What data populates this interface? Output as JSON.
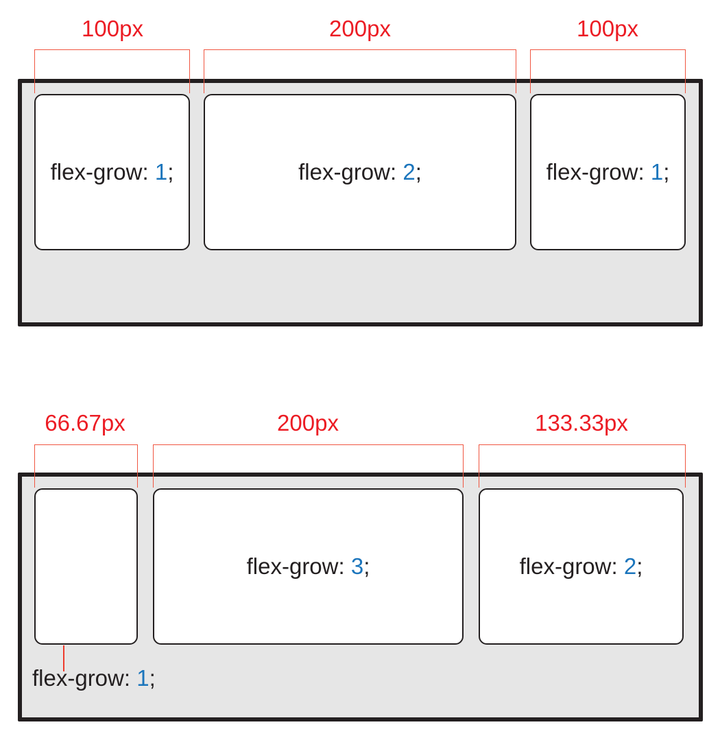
{
  "palette": {
    "measurement_red": "#ec1c24",
    "bracket_red": "#f05540",
    "value_blue": "#1b75bc",
    "ink_black": "#231f20",
    "container_grey": "#e6e6e6",
    "box_white": "#ffffff"
  },
  "diagram1": {
    "measurements": [
      "100px",
      "200px",
      "100px"
    ],
    "boxes": [
      {
        "prefix": "flex-grow: ",
        "value": "1",
        "suffix": ";"
      },
      {
        "prefix": "flex-grow: ",
        "value": "2",
        "suffix": ";"
      },
      {
        "prefix": "flex-grow: ",
        "value": "1",
        "suffix": ";"
      }
    ]
  },
  "diagram2": {
    "measurements": [
      "66.67px",
      "200px",
      "133.33px"
    ],
    "boxes": [
      {
        "prefix": "flex-grow: ",
        "value": "3",
        "suffix": ";"
      },
      {
        "prefix": "flex-grow: ",
        "value": "2",
        "suffix": ";"
      }
    ],
    "callout": {
      "prefix": "flex-grow: ",
      "value": "1",
      "suffix": ";"
    }
  }
}
